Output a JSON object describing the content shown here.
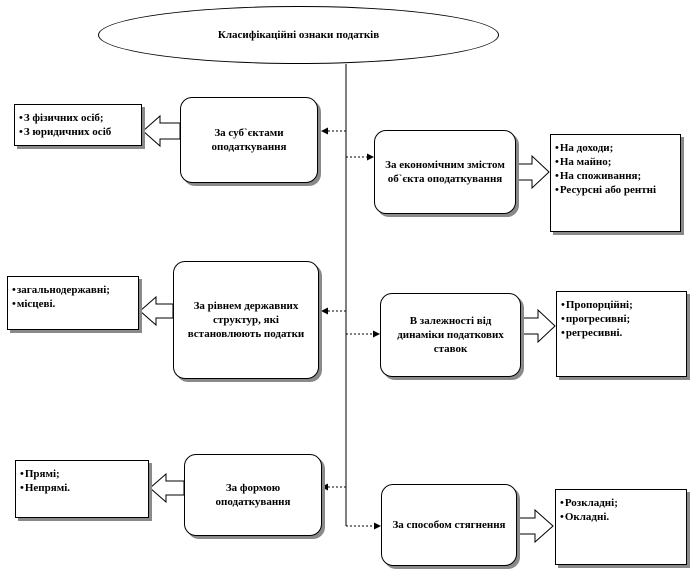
{
  "title": "Класифікаційні ознаки податків",
  "left": [
    {
      "label": "За суб`єктами оподаткування",
      "items": [
        "З фізичних осіб;",
        "З юридичних осіб"
      ]
    },
    {
      "label": "За рівнем державних структур, які встановлюють податки",
      "items": [
        "загальнодержавні;",
        "місцеві."
      ]
    },
    {
      "label": "За формою оподаткування",
      "items": [
        "Прямі;",
        "Непрямі."
      ]
    }
  ],
  "right": [
    {
      "label": "За економічним змістом об`єкта оподаткування",
      "items": [
        "На доходи;",
        "На майно;",
        "На споживання;",
        "Ресурсні або рентні"
      ]
    },
    {
      "label": "В залежності від динаміки податкових ставок",
      "items": [
        "Пропорційні;",
        "прогресивні;",
        "регресивні."
      ]
    },
    {
      "label": "За способом стягнення",
      "items": [
        "Розкладні;",
        "Окладні."
      ]
    }
  ]
}
